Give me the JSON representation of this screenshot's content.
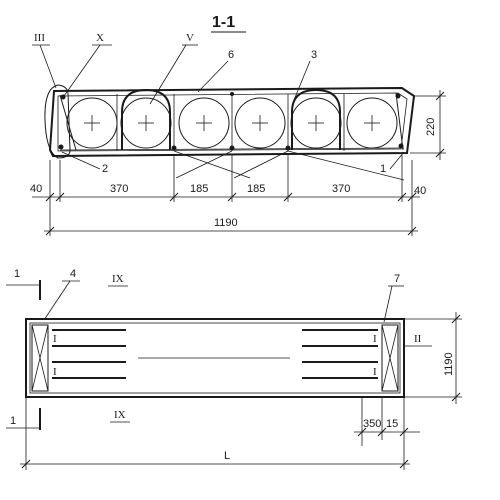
{
  "section_title": "1-1",
  "section_labels": {
    "III": "III",
    "X": "X",
    "V": "V",
    "6": "6",
    "3": "3",
    "2": "2",
    "1": "1"
  },
  "section_dimensions": {
    "left_offset": "40",
    "seg1": "370",
    "seg2": "185",
    "seg3": "185",
    "seg4": "370",
    "right_offset": "40",
    "total": "1190",
    "height": "220"
  },
  "plan_labels": {
    "one_top": "1",
    "four": "4",
    "ix_top": "IX",
    "seven": "7",
    "ii": "II",
    "one_bottom": "1",
    "ix_bottom": "IX",
    "bar_mark": "I"
  },
  "plan_dimensions": {
    "width": "1190",
    "end_350": "350",
    "end_15": "15",
    "length": "L"
  }
}
